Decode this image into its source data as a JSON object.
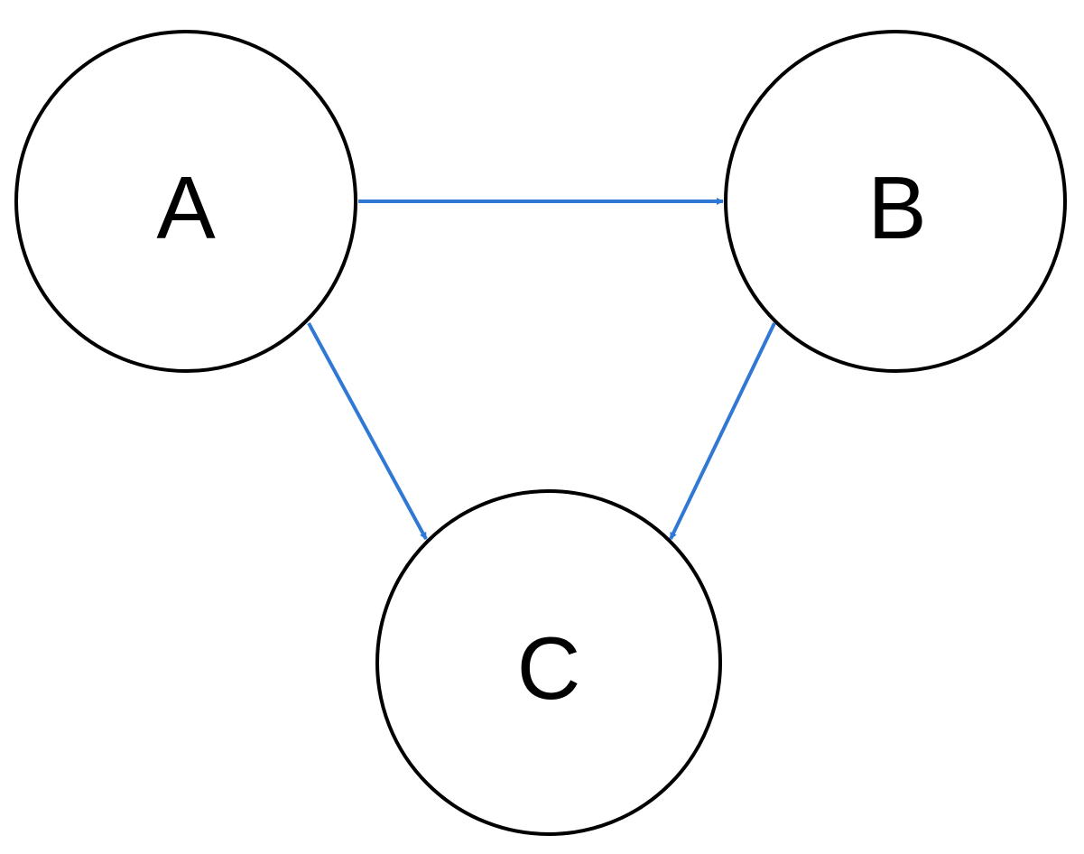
{
  "colors": {
    "edge": "#2F78D4",
    "node_stroke": "#000000",
    "background": "#FFFFFF"
  },
  "nodes": [
    {
      "id": "A",
      "label": "A"
    },
    {
      "id": "B",
      "label": "B"
    },
    {
      "id": "C",
      "label": "C"
    }
  ],
  "edges": [
    {
      "from": "A",
      "to": "B"
    },
    {
      "from": "A",
      "to": "C"
    },
    {
      "from": "B",
      "to": "C"
    }
  ]
}
